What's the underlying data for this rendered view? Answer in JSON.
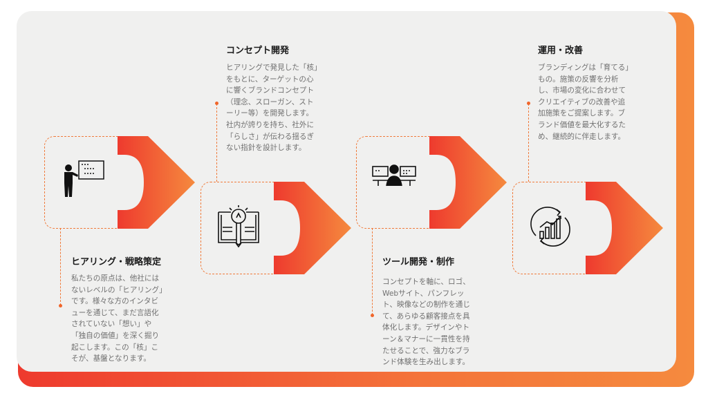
{
  "colors": {
    "accent_start": "#ee3a2e",
    "accent_end": "#f58a3e",
    "card_bg": "#f0f0ef"
  },
  "steps": [
    {
      "title": "ヒアリング・戦略策定",
      "icon": "presenter-whiteboard-icon",
      "lines": [
        "私たちの原点は、他社には",
        "ないレベルの「ヒアリング」",
        "です。様々な方のインタビ",
        "ューを通じて、まだ言語化",
        "されていない「想い」や",
        "「独自の価値」を深く掘り",
        "起こします。この「核」こ",
        "そが、基盤となります。"
      ]
    },
    {
      "title": "コンセプト開発",
      "icon": "book-lightbulb-icon",
      "lines": [
        "ヒアリングで発見した「核」",
        "をもとに、ターゲットの心",
        "に響くブランドコンセプト",
        "（理念、スローガン、スト",
        "ーリー等）を開発します。",
        "社内が誇りを持ち、社外に",
        "「らしさ」が伝わる揺るぎ",
        "ない指針を設計します。"
      ]
    },
    {
      "title": "ツール開発・制作",
      "icon": "designer-workstation-icon",
      "lines": [
        "コンセプトを軸に、ロゴ、",
        "Webサイト、パンフレッ",
        "ト、映像などの制作を通じ",
        "て、あらゆる顧客接点を具",
        "体化します。デザインやト",
        "ーン＆マナーに一貫性を持",
        "たせることで、強力なブラ",
        "ンド体験を生み出します。"
      ]
    },
    {
      "title": "運用・改善",
      "icon": "growth-chart-cycle-icon",
      "lines": [
        "ブランディングは「育てる」",
        "もの。施策の反響を分析",
        "し、市場の変化に合わせて",
        "クリエイティブの改善や追",
        "加施策をご提案します。ブ",
        "ランド価値を最大化するた",
        "め、継続的に伴走します。"
      ]
    }
  ]
}
